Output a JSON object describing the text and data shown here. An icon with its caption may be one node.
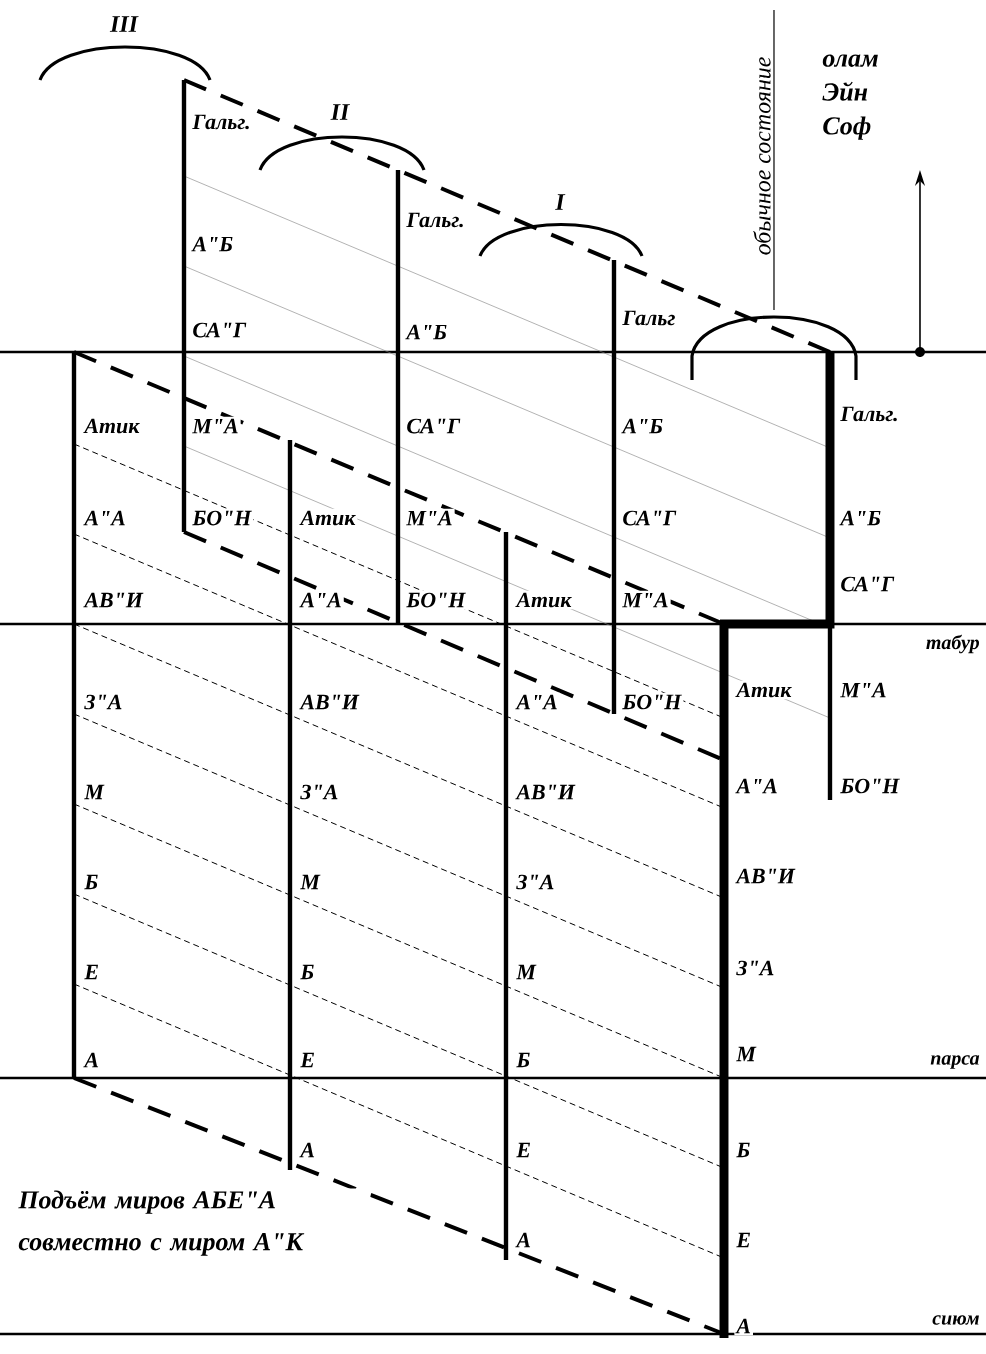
{
  "diagram": {
    "caption": "Подъём миров АБЕ\"А совместно с миром А\"К",
    "labels": [
      "III",
      "II",
      "I",
      "обычное состояние",
      "олам Эйн Соф",
      "Гальг.",
      "А\"Б",
      "СА\"Г",
      "М\"А",
      "БО\"Н",
      "Атик",
      "А\"А",
      "АВ\"И",
      "З\"А",
      "М",
      "Б",
      "Е",
      "А",
      "Атик",
      "А\"А",
      "АВ\"И",
      "З\"А",
      "М",
      "Б",
      "Е",
      "А",
      "Гальг.",
      "А\"Б",
      "СА\"Г",
      "М\"А",
      "БО\"Н",
      "Атик",
      "А\"А",
      "АВ\"И",
      "З\"А",
      "М",
      "Б",
      "Е",
      "А",
      "Гальг",
      "А\"Б",
      "СА\"Г",
      "М\"А",
      "БО\"Н",
      "Атик",
      "А\"А",
      "АВ\"И",
      "З\"А",
      "М",
      "Б",
      "Е",
      "А",
      "Гальг.",
      "А\"Б",
      "СА\"Г",
      "М\"А",
      "БО\"Н",
      "табур",
      "парса",
      "сиюм"
    ]
  }
}
